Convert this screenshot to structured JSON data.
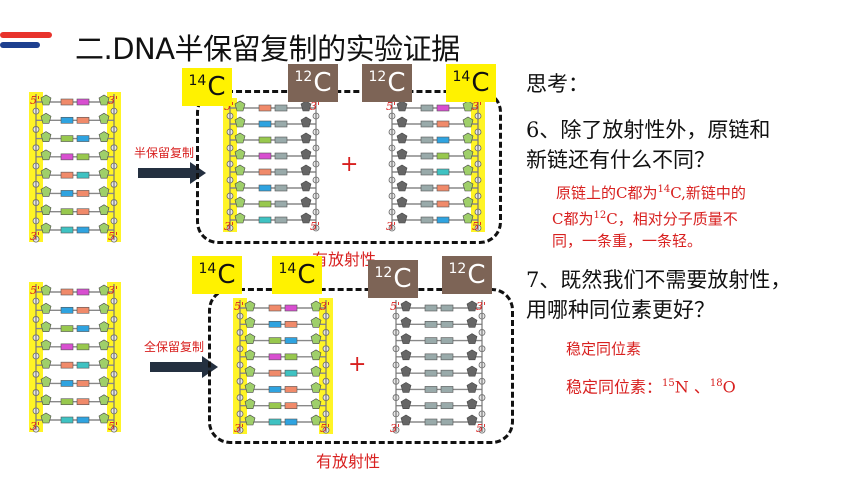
{
  "title": "二.DNA半保留复制的实验证据",
  "top_row": {
    "tags": [
      {
        "isotope": "14",
        "element": "C",
        "kind": "c14"
      },
      {
        "isotope": "12",
        "element": "C",
        "kind": "c12"
      },
      {
        "isotope": "12",
        "element": "C",
        "kind": "c12"
      },
      {
        "isotope": "14",
        "element": "C",
        "kind": "c14"
      }
    ],
    "arrow_label": "半保留复制",
    "caption": "有放射性"
  },
  "bottom_row": {
    "tags": [
      {
        "isotope": "14",
        "element": "C",
        "kind": "c14"
      },
      {
        "isotope": "14",
        "element": "C",
        "kind": "c14"
      },
      {
        "isotope": "12",
        "element": "C",
        "kind": "c12"
      },
      {
        "isotope": "12",
        "element": "C",
        "kind": "c12"
      }
    ],
    "arrow_label": "全保留复制",
    "caption": "有放射性"
  },
  "plus_sign": "+",
  "strand_end_labels": {
    "five_prime": "5'",
    "three_prime": "3'"
  },
  "think": {
    "heading": "思考：",
    "q6": {
      "line1": "6、除了放射性外，原链和",
      "line2": "新链还有什么不同？",
      "answer_line1_a": "原链上的C都为",
      "answer_line1_sup": "14",
      "answer_line1_b": "C,新链中的",
      "answer_line2_a": "C都为",
      "answer_line2_sup": "12",
      "answer_line2_b": "C，相对分子质量不",
      "answer_line3": "同，一条重，一条轻。"
    },
    "q7": {
      "line1": "7、既然我们不需要放射性，",
      "line2": "用哪种同位素更好？",
      "answer1": "稳定同位素",
      "answer2_a": "稳定同位素：",
      "answer2_sup1": "15",
      "answer2_b": "N 、",
      "answer2_sup2": "18",
      "answer2_c": "O"
    }
  },
  "colors": {
    "accent_red": "#e8332c",
    "accent_blue": "#1d3f8f",
    "c14_highlight": "#fff200",
    "c12_highlight": "#7d6456",
    "answer_red": "#d8201f"
  }
}
